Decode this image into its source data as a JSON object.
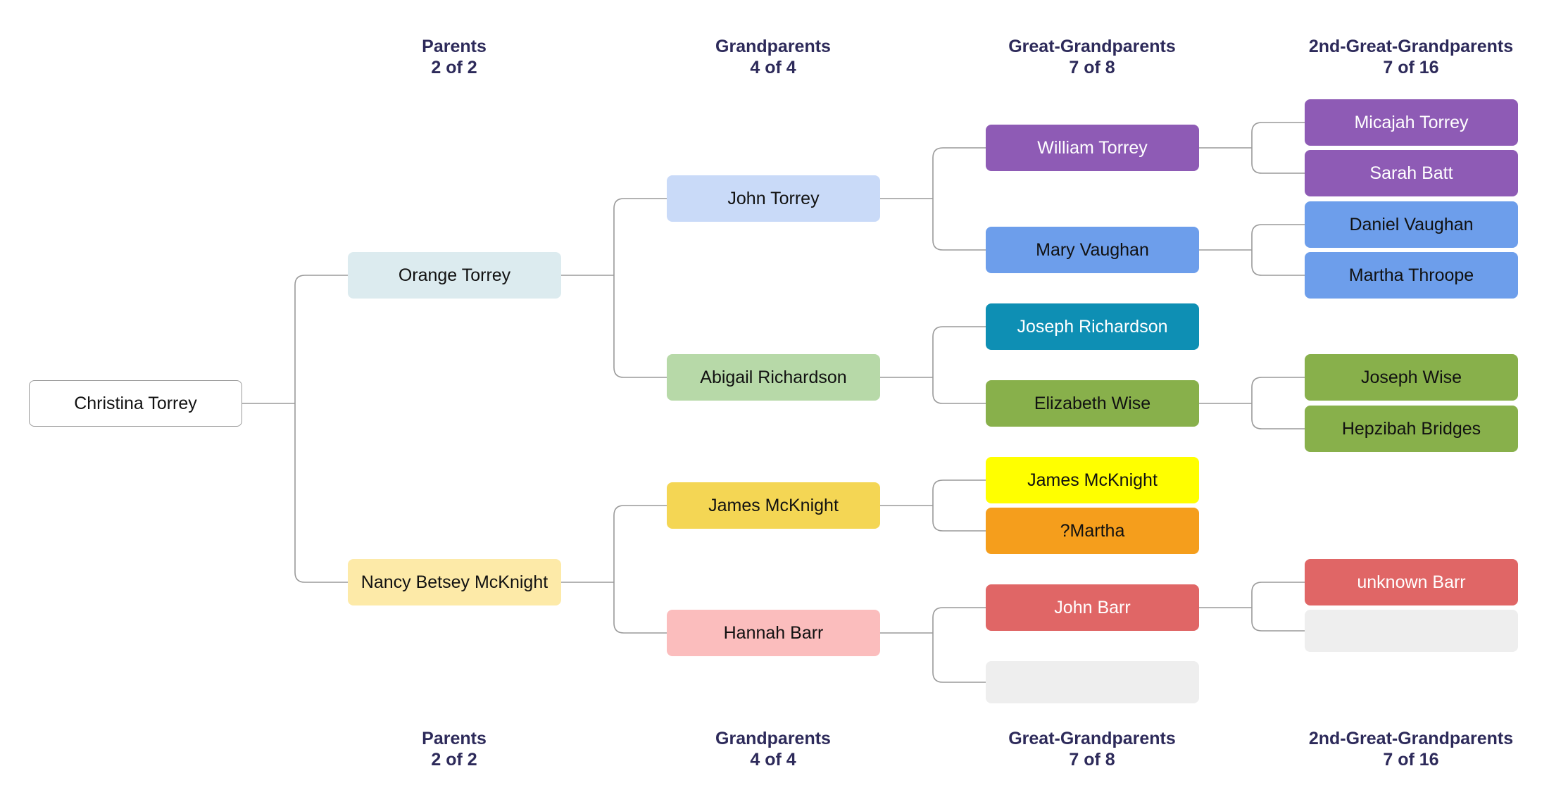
{
  "headers": [
    {
      "title": "Parents",
      "count": "2 of 2"
    },
    {
      "title": "Grandparents",
      "count": "4 of 4"
    },
    {
      "title": "Great-Grandparents",
      "count": "7 of 8"
    },
    {
      "title": "2nd-Great-Grandparents",
      "count": "7 of 16"
    }
  ],
  "root": {
    "name": "Christina Torrey"
  },
  "gen1": [
    {
      "name": "Orange Torrey",
      "bg": "#dcebef",
      "fg": "#111111"
    },
    {
      "name": "Nancy Betsey McKnight",
      "bg": "#fdeaa8",
      "fg": "#111111"
    }
  ],
  "gen2": [
    {
      "name": "John Torrey",
      "bg": "#c9daf8",
      "fg": "#111111"
    },
    {
      "name": "Abigail Richardson",
      "bg": "#b7d9a8",
      "fg": "#111111"
    },
    {
      "name": "James McKnight",
      "bg": "#f4d654",
      "fg": "#111111"
    },
    {
      "name": "Hannah Barr",
      "bg": "#fbbdbd",
      "fg": "#111111"
    }
  ],
  "gen3": [
    {
      "name": "William Torrey",
      "bg": "#8e5bb5",
      "fg": "#ffffff"
    },
    {
      "name": "Mary Vaughan",
      "bg": "#6d9eeb",
      "fg": "#111111"
    },
    {
      "name": "Joseph Richardson",
      "bg": "#0e8fb4",
      "fg": "#ffffff"
    },
    {
      "name": "Elizabeth Wise",
      "bg": "#88b04b",
      "fg": "#111111"
    },
    {
      "name": "James McKnight",
      "bg": "#ffff00",
      "fg": "#111111"
    },
    {
      "name": "?Martha",
      "bg": "#f59e1c",
      "fg": "#111111"
    },
    {
      "name": "John Barr",
      "bg": "#e06666",
      "fg": "#ffffff"
    },
    {
      "name": "",
      "bg": "#eeeeee",
      "fg": "#111111"
    }
  ],
  "gen4": [
    {
      "name": "Micajah Torrey",
      "bg": "#8e5bb5",
      "fg": "#ffffff"
    },
    {
      "name": "Sarah Batt",
      "bg": "#8e5bb5",
      "fg": "#ffffff"
    },
    {
      "name": "Daniel Vaughan",
      "bg": "#6d9eeb",
      "fg": "#111111"
    },
    {
      "name": "Martha Throope",
      "bg": "#6d9eeb",
      "fg": "#111111"
    },
    {
      "name": "Joseph Wise",
      "bg": "#88b04b",
      "fg": "#111111"
    },
    {
      "name": "Hepzibah Bridges",
      "bg": "#88b04b",
      "fg": "#111111"
    },
    {
      "name": "unknown Barr",
      "bg": "#e06666",
      "fg": "#ffffff"
    },
    {
      "name": "",
      "bg": "#eeeeee",
      "fg": "#111111"
    }
  ],
  "colors": {
    "header_text": "#2d2a5a",
    "connector": "#9a9a9a"
  }
}
